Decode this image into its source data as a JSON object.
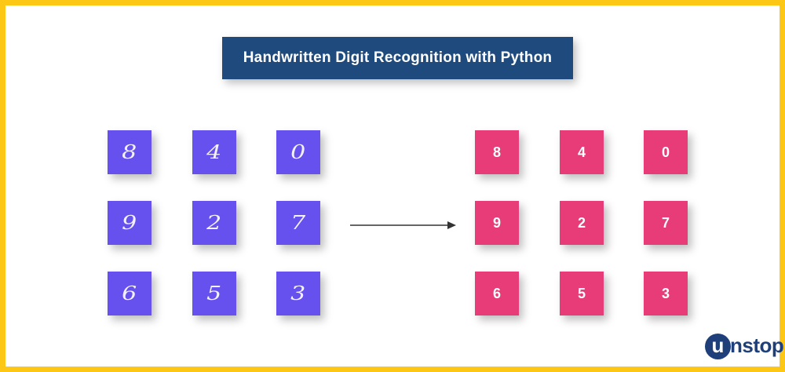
{
  "title": "Handwritten Digit Recognition with Python",
  "input_digits": [
    "8",
    "4",
    "0",
    "9",
    "2",
    "7",
    "6",
    "5",
    "3"
  ],
  "output_digits": [
    "8",
    "4",
    "0",
    "9",
    "2",
    "7",
    "6",
    "5",
    "3"
  ],
  "logo": {
    "first_letter": "u",
    "rest": "nstop"
  },
  "colors": {
    "border": "#fcc715",
    "title_bg": "#1f4a7d",
    "input_tile": "#6650ee",
    "output_tile": "#e73c77",
    "arrow": "#333333",
    "logo": "#1f3f7a"
  }
}
